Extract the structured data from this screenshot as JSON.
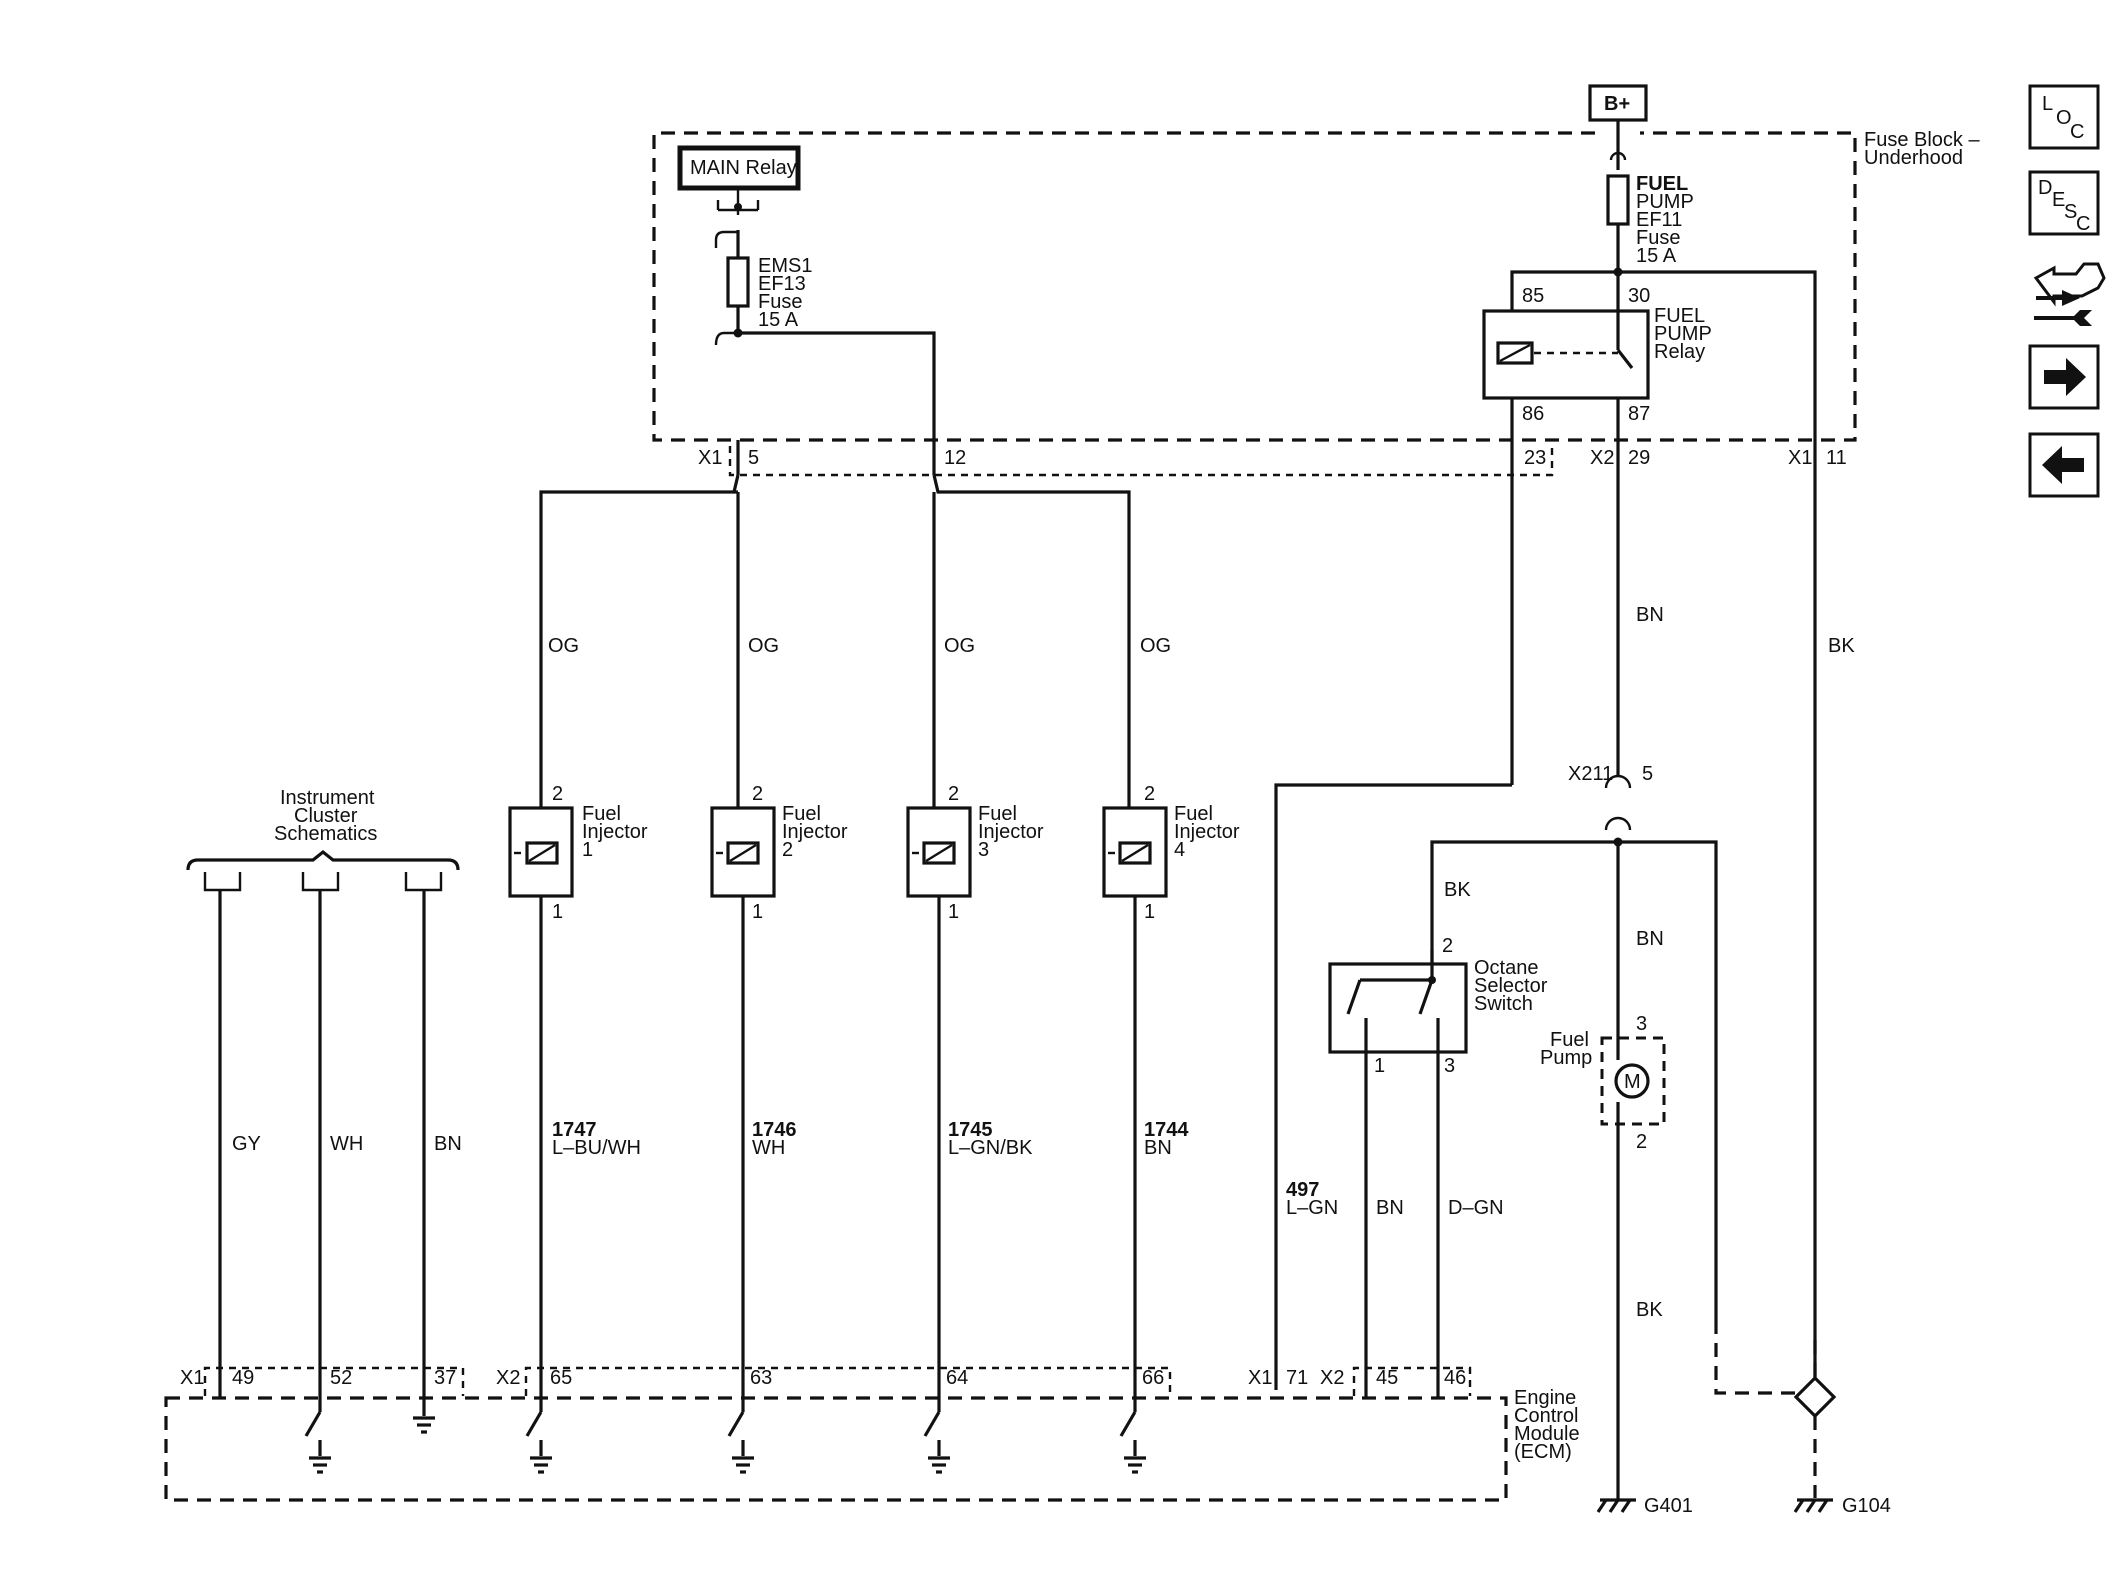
{
  "power": {
    "bplus": "B+"
  },
  "fuse_block": {
    "label_line1": "Fuse Block –",
    "label_line2": "Underhood"
  },
  "main_relay": {
    "label": "MAIN Relay"
  },
  "ems_fuse": {
    "l1": "EMS1",
    "l2": "EF13",
    "l3": "Fuse",
    "l4": "15 A"
  },
  "pump_fuse": {
    "l1": "FUEL",
    "l2": "PUMP",
    "l3": "EF11",
    "l4": "Fuse",
    "l5": "15 A"
  },
  "pump_relay": {
    "l1": "FUEL",
    "l2": "PUMP",
    "l3": "Relay",
    "pin85": "85",
    "pin30": "30",
    "pin86": "86",
    "pin87": "87"
  },
  "fb_connectors": {
    "x1": "X1",
    "p5": "5",
    "p12": "12",
    "p23": "23",
    "x2": "X2",
    "p29": "29",
    "x1b": "X1",
    "p11": "11"
  },
  "wire_colors": {
    "og1": "OG",
    "og2": "OG",
    "og3": "OG",
    "og4": "OG",
    "bn_top": "BN",
    "bk_right": "BK",
    "bk_switch": "BK",
    "bn_mid": "BN",
    "bk_bottom": "BK"
  },
  "x211": {
    "label": "X211",
    "pin": "5"
  },
  "cluster": {
    "l1": "Instrument",
    "l2": "Cluster",
    "l3": "Schematics"
  },
  "injectors": [
    {
      "l1": "Fuel",
      "l2": "Injector",
      "num": "1",
      "pin_top": "2",
      "pin_bottom": "1",
      "circuit": "1747",
      "color": "L–BU/WH",
      "ecm_pin": "65"
    },
    {
      "l1": "Fuel",
      "l2": "Injector",
      "num": "2",
      "pin_top": "2",
      "pin_bottom": "1",
      "circuit": "1746",
      "color": "WH",
      "ecm_pin": "63"
    },
    {
      "l1": "Fuel",
      "l2": "Injector",
      "num": "3",
      "pin_top": "2",
      "pin_bottom": "1",
      "circuit": "1745",
      "color": "L–GN/BK",
      "ecm_pin": "64"
    },
    {
      "l1": "Fuel",
      "l2": "Injector",
      "num": "4",
      "pin_top": "2",
      "pin_bottom": "1",
      "circuit": "1744",
      "color": "BN",
      "ecm_pin": "66"
    }
  ],
  "cluster_wires": [
    {
      "color": "GY",
      "ecm_pin": "49"
    },
    {
      "color": "WH",
      "ecm_pin": "52"
    },
    {
      "color": "BN",
      "ecm_pin": "37"
    }
  ],
  "octane_switch": {
    "l1": "Octane",
    "l2": "Selector",
    "l3": "Switch",
    "pin2": "2",
    "pin1": "1",
    "pin3": "3"
  },
  "fuel_pump": {
    "l1": "Fuel",
    "l2": "Pump",
    "motor": "M",
    "pin3": "3",
    "pin2": "2"
  },
  "ecm_wires": {
    "w497_num": "497",
    "w497_color": "L–GN",
    "sw_bn": "BN",
    "sw_dgn": "D–GN"
  },
  "ecm": {
    "l1": "Engine",
    "l2": "Control",
    "l3": "Module",
    "l4": "(ECM)",
    "x1a": "X1",
    "x2a": "X2",
    "x1b": "X1",
    "p71": "71",
    "x2b": "X2",
    "p45": "45",
    "p46": "46"
  },
  "grounds": {
    "g401": "G401",
    "g104": "G104"
  },
  "nav": {
    "loc": [
      "L",
      "O",
      "C"
    ],
    "desc": [
      "D",
      "E",
      "S",
      "C"
    ]
  }
}
